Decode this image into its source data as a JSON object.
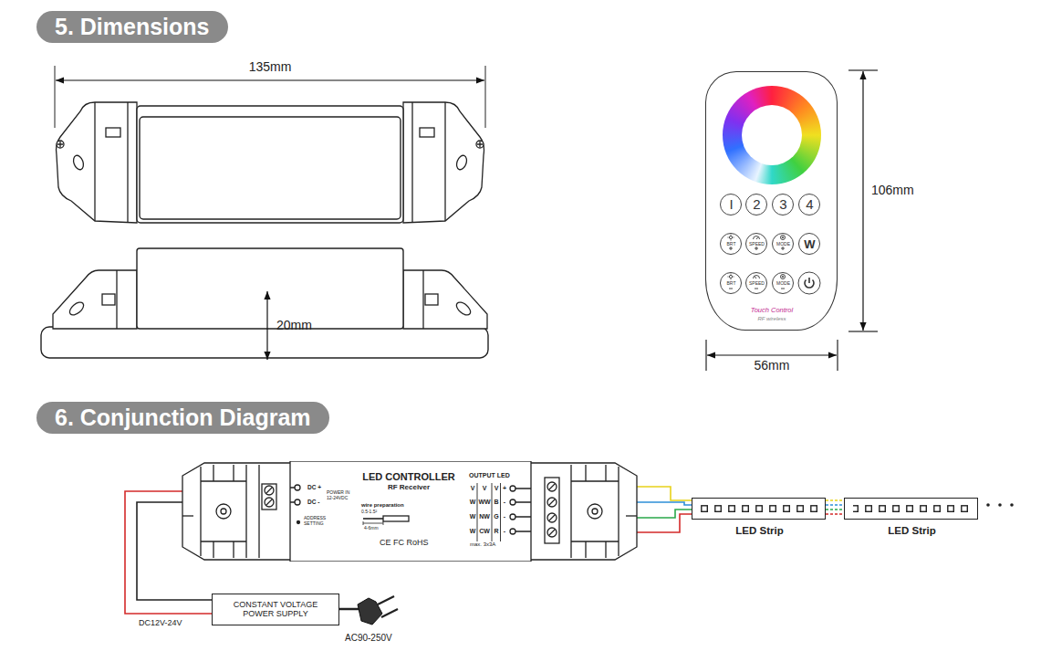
{
  "diagram": {
    "nodes": [
      {
        "text": [
          "5. Dimensions"
        ]
      },
      {
        "text": [
          "Touch Control",
          "RF wireless"
        ]
      },
      {
        "text": [
          "I"
        ],
        "in": 1
      },
      {
        "text": [
          "2"
        ],
        "in": 1
      },
      {
        "text": [
          "3"
        ],
        "in": 1
      },
      {
        "text": [
          "4"
        ],
        "in": 1
      },
      {
        "text": [
          "BRT"
        ],
        "in": 1
      },
      {
        "text": [
          "SPEED"
        ],
        "in": 1
      },
      {
        "text": [
          "MODE"
        ],
        "in": 1
      },
      {
        "text": [
          "W"
        ],
        "in": 1
      },
      {
        "text": [
          "BRT"
        ],
        "in": 1
      },
      {
        "text": [
          "SPEED"
        ],
        "in": 1
      },
      {
        "text": [
          "MODE"
        ],
        "in": 1
      },
      {
        "text": [
          "6. Conjunction Diagram"
        ]
      },
      {
        "text": [
          "LED CONTROLLER",
          "RF Receiver"
        ]
      },
      {
        "text": [
          "CONSTANT VOLTAGE POWER SUPPLY"
        ]
      },
      {
        "text": [
          "LED Strip"
        ]
      },
      {
        "text": [
          "LED Strip"
        ]
      }
    ],
    "edges": [
      {
        "from": 14,
        "to": 15,
        "arrow": "none"
      },
      {
        "from": 14,
        "to": 15,
        "arrow": "none"
      },
      {
        "from": 14,
        "to": 16,
        "arrow": "none"
      },
      {
        "from": 14,
        "to": 16,
        "arrow": "none"
      },
      {
        "from": 14,
        "to": 16,
        "arrow": "none"
      },
      {
        "from": 14,
        "to": 16,
        "arrow": "none"
      },
      {
        "from": 16,
        "to": 17,
        "arrow": "none"
      }
    ],
    "labels": [
      "135mm",
      "20mm",
      "106mm",
      "56mm",
      "DC +",
      "DC -",
      "POWER IN 12-24VDC",
      "ADDRESS SETTING",
      "wire preparation",
      "0.5-1.5²",
      "4-6mm",
      "CE FC RoHS",
      "OUTPUT LED",
      "V",
      "V",
      "V",
      "+",
      "W",
      "WW",
      "B",
      "-",
      "W",
      "NW",
      "G",
      "-",
      "W",
      "CW",
      "R",
      "-",
      "max. 3x3A",
      "DC12V-24V",
      "AC90-250V"
    ]
  }
}
